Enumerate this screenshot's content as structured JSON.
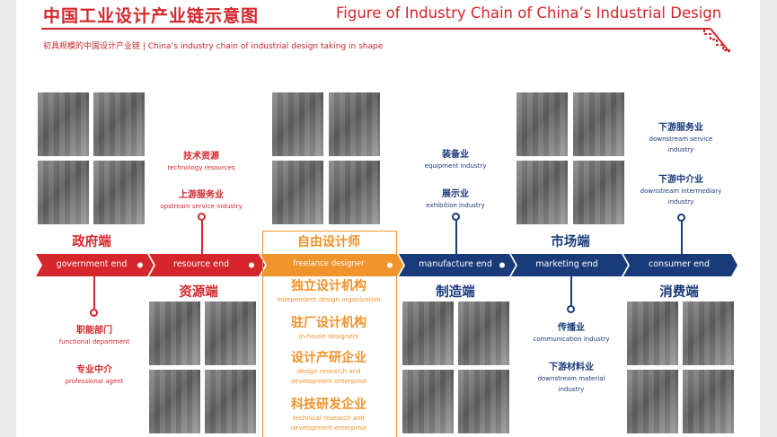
{
  "title": {
    "cn": "中国工业设计产业链示意图",
    "en": "Figure of Industry Chain of China’s Industrial Design"
  },
  "subtitle": "初具规模的中国设计产业链 | China’s industry chain of industrial design taking in shape",
  "colors": {
    "red": "#d5262b",
    "orange": "#f0932b",
    "navy": "#1a3b7a"
  },
  "chain": [
    {
      "cn": "政府端",
      "en": "government end"
    },
    {
      "cn": "资源端",
      "en": "resource end"
    },
    {
      "cn": "自由设计师",
      "en": "freelance designer"
    },
    {
      "cn": "制造端",
      "en": "manufacture end"
    },
    {
      "cn": "市场端",
      "en": "marketing end"
    },
    {
      "cn": "消费端",
      "en": "consumer end"
    }
  ],
  "government_below": [
    {
      "cn": "职能部门",
      "en": "functional department"
    },
    {
      "cn": "专业中介",
      "en": "professional agent"
    }
  ],
  "resource_above": [
    {
      "cn": "技术资源",
      "en": "technology resources"
    },
    {
      "cn": "上游服务业",
      "en": "upstream service industry"
    }
  ],
  "freelance_below": [
    {
      "cn": "独立设计机构",
      "en": "independent design organization"
    },
    {
      "cn": "驻厂设计机构",
      "en": "in-house designers"
    },
    {
      "cn": "设计产研企业",
      "en1": "design research and",
      "en2": "development enterprise"
    },
    {
      "cn": "科技研发企业",
      "en1": "technical research and",
      "en2": "development enterprise"
    }
  ],
  "manufacture_above": [
    {
      "cn": "装备业",
      "en": "equipment industry"
    },
    {
      "cn": "展示业",
      "en": "exhibition industry"
    }
  ],
  "marketing_below": [
    {
      "cn": "传播业",
      "en": "communication industry"
    },
    {
      "cn": "下游材料业",
      "en1": "downstream material",
      "en2": "industry"
    }
  ],
  "consumer_above": [
    {
      "cn": "下游服务业",
      "en1": "downstream service",
      "en2": "industry"
    },
    {
      "cn": "下游中介业",
      "en1": "downstream intermediary",
      "en2": "industry"
    }
  ]
}
